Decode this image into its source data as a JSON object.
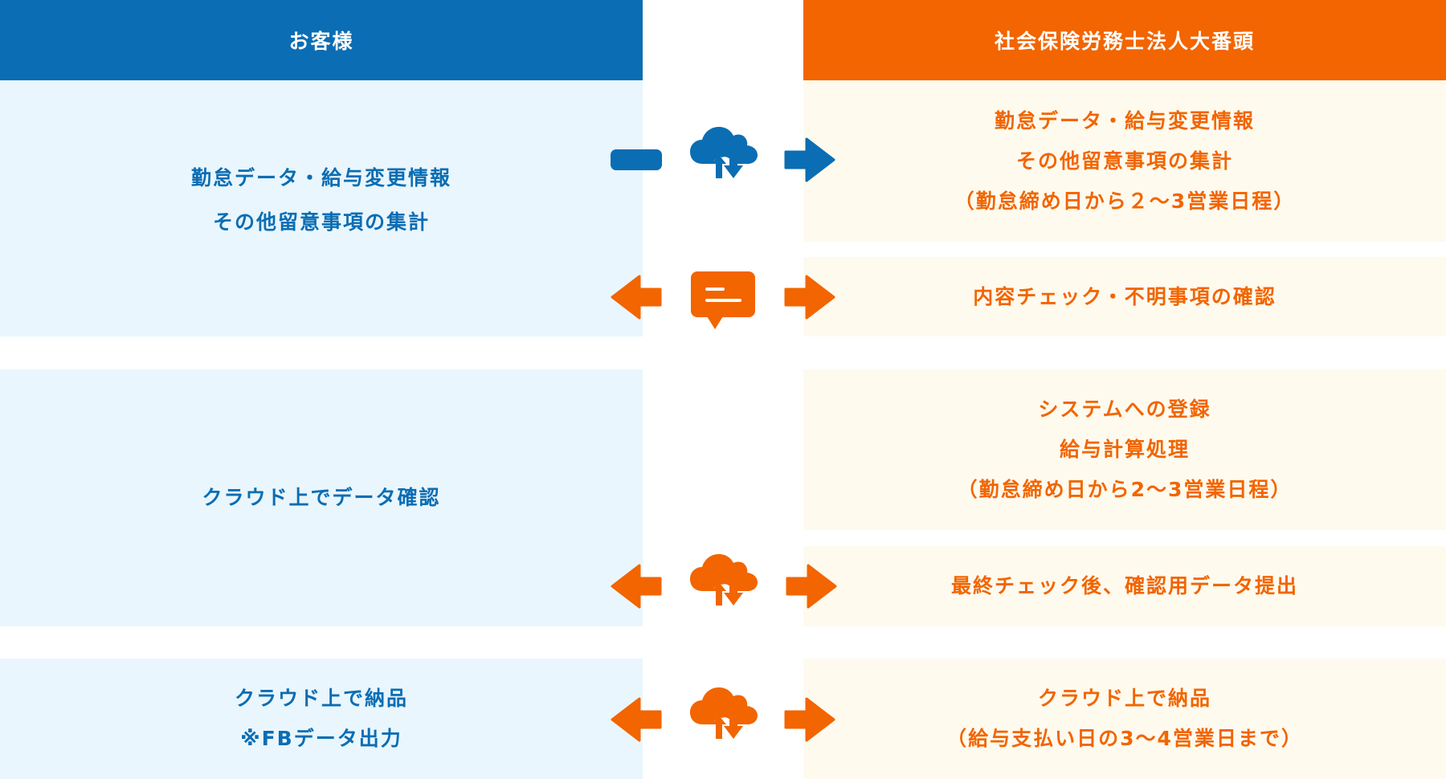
{
  "headers": {
    "customer": "お客様",
    "firm": "社会保険労務士法人大番頭"
  },
  "colors": {
    "blue": "#0b6db3",
    "orange": "#f26500",
    "blue_bg": "#e9f6fd",
    "orange_bg": "#fefaee"
  },
  "customer": {
    "step1": [
      "勤怠データ・給与変更情報",
      "その他留意事項の集計"
    ],
    "step2": [
      "クラウド上でデータ確認"
    ],
    "step3": [
      "クラウド上で納品",
      "※FBデータ出力"
    ]
  },
  "firm": {
    "step1a": [
      "勤怠データ・給与変更情報",
      "その他留意事項の集計",
      "（勤怠締め日から２～3営業日程）"
    ],
    "step1b": [
      "内容チェック・不明事項の確認"
    ],
    "step2a": [
      "システムへの登録",
      "給与計算処理",
      "（勤怠締め日から2～3営業日程）"
    ],
    "step2b": [
      "最終チェック後、確認用データ提出"
    ],
    "step3": [
      "クラウド上で納品",
      "（給与支払い日の3～4営業日まで）"
    ]
  },
  "icons": [
    "cloud-upload-download-icon",
    "chat-bubble-icon",
    "arrow-left-icon",
    "arrow-right-icon"
  ]
}
